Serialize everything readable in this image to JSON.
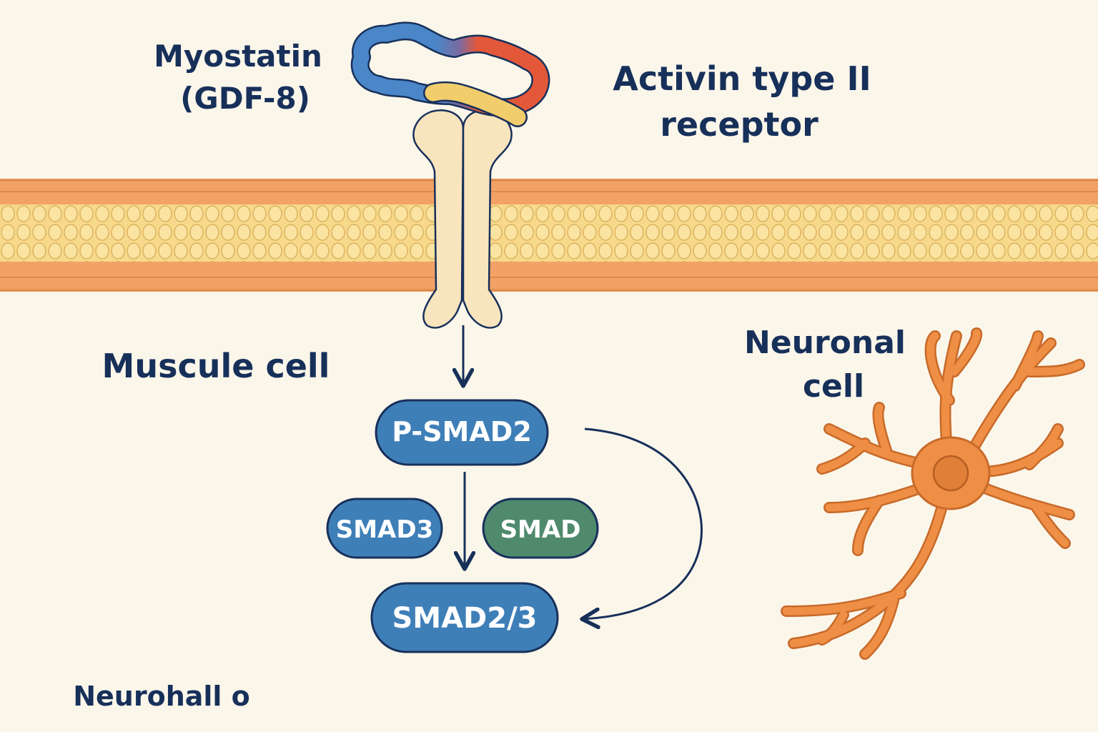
{
  "labels": {
    "ligand_line1": "Myostatin",
    "ligand_line2": "(GDF-8)",
    "receptor_line1": "Activin type II",
    "receptor_line2": "receptor",
    "muscle_cell": "Muscule cell",
    "neuronal_line1": "Neuronal",
    "neuronal_line2": "cell",
    "footer": "Neurohall o"
  },
  "nodes": {
    "psmad2": "P-SMAD2",
    "smad3": "SMAD3",
    "smad": "SMAD",
    "smad23": "SMAD2/3"
  },
  "colors": {
    "background": "#fbf6ea",
    "membrane_outer": "#f2a266",
    "membrane_inner": "#f8d98c",
    "receptor": "#f8e4bd",
    "smad_blue": "#3f7fb8",
    "smad_green": "#4f8a6c",
    "text_dark": "#17305a",
    "neuron": "#ef8f45",
    "ligand_blue": "#4a86c8",
    "ligand_red": "#e4583a",
    "ligand_yellow": "#f1cd6c"
  }
}
